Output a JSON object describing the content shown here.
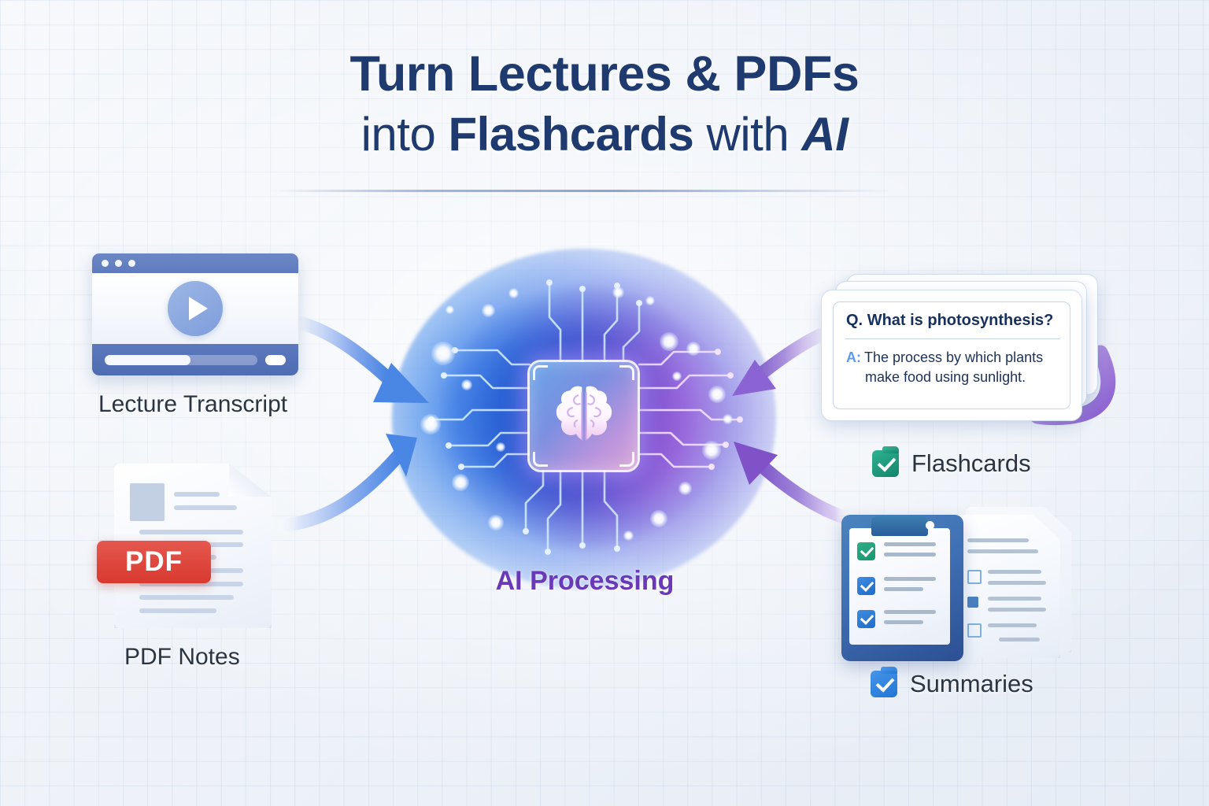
{
  "title": {
    "line1_part1": "Turn Lectures & PDFs",
    "line2_part1": "into ",
    "line2_part2": "Flashcards",
    "line2_part3": " with ",
    "line2_part4": "AI"
  },
  "colors": {
    "title_navy": "#1e3a6e",
    "ai_purple": "#6a39b8",
    "pdf_red": "#d8392f",
    "flashcard_teal": "#12846a",
    "summaries_blue": "#2076d6",
    "arrow_blue": "#3f7fe0",
    "arrow_purple": "#7d5bc8",
    "background": "#eef2f8"
  },
  "inputs": {
    "lecture": {
      "label": "Lecture Transcript",
      "icon": "video-player-icon"
    },
    "pdf": {
      "label": "PDF Notes",
      "badge": "PDF",
      "icon": "pdf-document-icon"
    }
  },
  "center": {
    "label": "AI Processing",
    "icon": "brain-chip-icon"
  },
  "outputs": {
    "flashcards": {
      "label": "Flashcards",
      "icon": "checkbox-teal-icon",
      "card": {
        "question_key": "Q.",
        "question": "What is photosynthesis?",
        "answer_key": "A:",
        "answer_line1": "The process by which plants",
        "answer_line2": "make food using sunlight."
      },
      "stack_count": 3
    },
    "summaries": {
      "label": "Summaries",
      "icon": "checkbox-blue-icon",
      "clipboard_checks": [
        "teal",
        "blue",
        "blue"
      ],
      "document_bullets": [
        "open",
        "filled",
        "open"
      ]
    }
  },
  "arrows": [
    {
      "name": "lecture-to-ai",
      "color": "#3f7fe0",
      "direction": "right"
    },
    {
      "name": "pdf-to-ai",
      "color": "#3f7fe0",
      "direction": "right"
    },
    {
      "name": "flashcards-to-ai",
      "color": "#7d5bc8",
      "direction": "left"
    },
    {
      "name": "summaries-to-ai",
      "color": "#7d5bc8",
      "direction": "left"
    }
  ]
}
